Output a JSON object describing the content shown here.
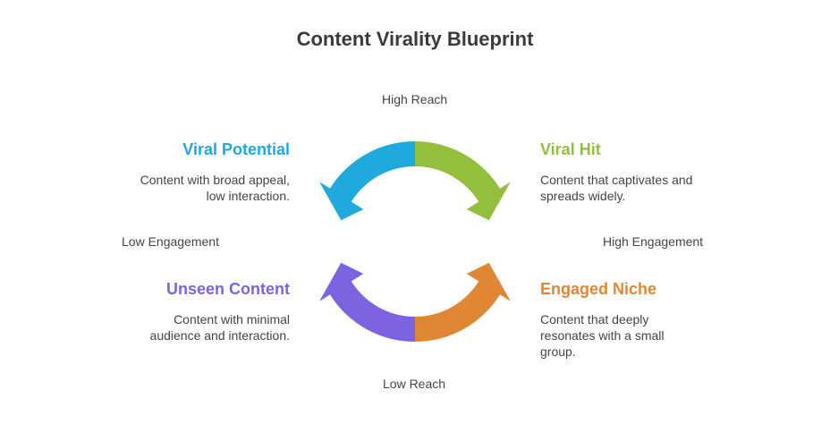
{
  "title": "Content Virality Blueprint",
  "axes": {
    "top": "High Reach",
    "bottom": "Low Reach",
    "left": "Low Engagement",
    "right": "High Engagement"
  },
  "quadrants": [
    {
      "id": "top-left",
      "title": "Viral Potential",
      "desc_lines": [
        "Content with broad appeal,",
        "low interaction."
      ],
      "color": "#1fa9dc"
    },
    {
      "id": "top-right",
      "title": "Viral Hit",
      "desc_lines": [
        "Content that captivates and",
        "spreads widely."
      ],
      "color": "#93bf3d"
    },
    {
      "id": "bottom-left",
      "title": "Unseen Content",
      "desc_lines": [
        "Content with minimal",
        "audience and interaction."
      ],
      "color": "#7d63e0"
    },
    {
      "id": "bottom-right",
      "title": "Engaged Niche",
      "desc_lines": [
        "Content that deeply",
        "resonates with a small",
        "group."
      ],
      "color": "#e08736"
    }
  ]
}
